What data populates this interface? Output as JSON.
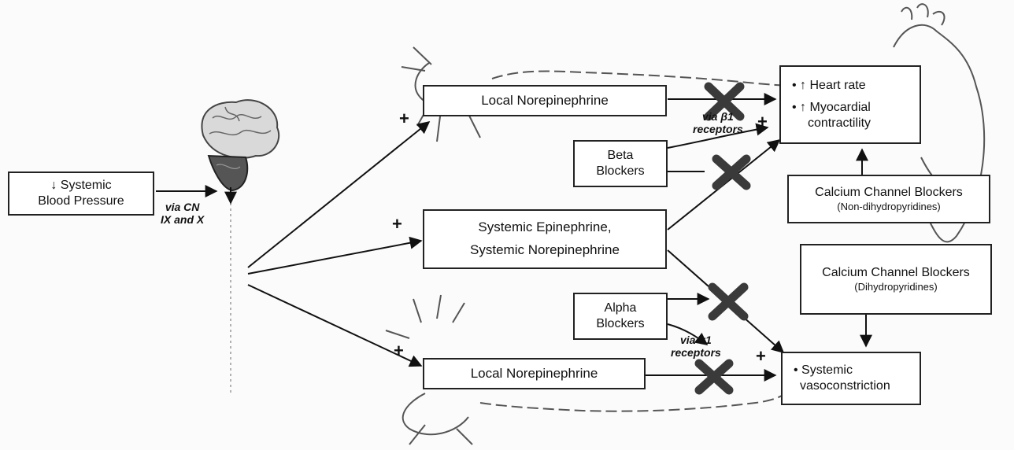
{
  "colors": {
    "box_border": "#222222",
    "x_mark": "#3a3a3a",
    "arrow": "#111111",
    "sketch": "#555555"
  },
  "left_box": {
    "line1": "↓ Systemic",
    "line2": "Blood Pressure"
  },
  "via_cn": {
    "line1": "via CN",
    "line2": "IX and X"
  },
  "local_ne_top": "Local Norepinephrine",
  "systemic": {
    "line1": "Systemic Epinephrine,",
    "line2": "Systemic Norepinephrine"
  },
  "local_ne_bottom": "Local Norepinephrine",
  "beta_blockers": {
    "line1": "Beta",
    "line2": "Blockers"
  },
  "alpha_blockers": {
    "line1": "Alpha",
    "line2": "Blockers"
  },
  "via_beta": {
    "line1": "via β1",
    "line2": "receptors"
  },
  "via_alpha": {
    "line1": "via α1",
    "line2": "receptors"
  },
  "heart_box": {
    "item1": "• ↑ Heart rate",
    "item2a": "• ↑ Myocardial",
    "item2b": "contractility"
  },
  "ccb_nondhp": {
    "line1": "Calcium Channel Blockers",
    "line2": "(Non-dihydropyridines)"
  },
  "ccb_dhp": {
    "line1": "Calcium Channel Blockers",
    "line2": "(Dihydropyridines)"
  },
  "vaso_box": {
    "line1": "• Systemic",
    "line2": "vasoconstriction"
  },
  "plus_sign": "+",
  "icons": [
    "brain-icon",
    "heart-icon",
    "neuron-icon",
    "blocked-x-icon"
  ]
}
